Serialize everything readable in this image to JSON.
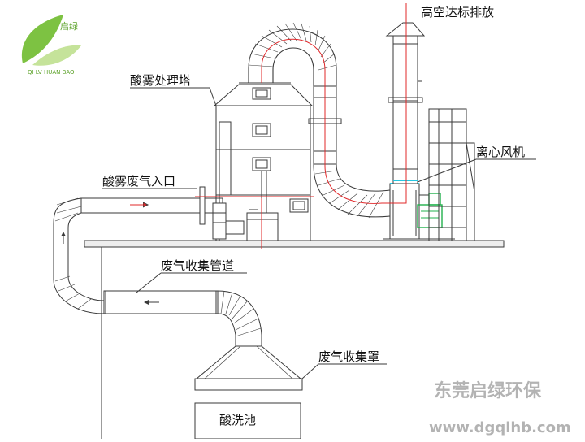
{
  "logo": {
    "brand_cn": "启绿",
    "brand_pinyin": "QI LV HUAN BAO",
    "icon": "leaf-logo-icon",
    "green": "#7dc242",
    "green_light": "#c5e39a"
  },
  "labels": {
    "discharge": "高空达标排放",
    "tower": "酸雾处理塔",
    "fan": "离心风机",
    "inlet": "酸雾废气入口",
    "duct": "废气收集管道",
    "hood": "废气收集罩",
    "tank": "酸洗池"
  },
  "watermark": {
    "company": "东莞启绿环保",
    "url": "www.dgqlhb.com",
    "color": "#b3b3b3"
  },
  "colors": {
    "line": "#3a3a3a",
    "flow": "#e0282a",
    "fan_green": "#22b14c",
    "cyan": "#26c6e0"
  }
}
